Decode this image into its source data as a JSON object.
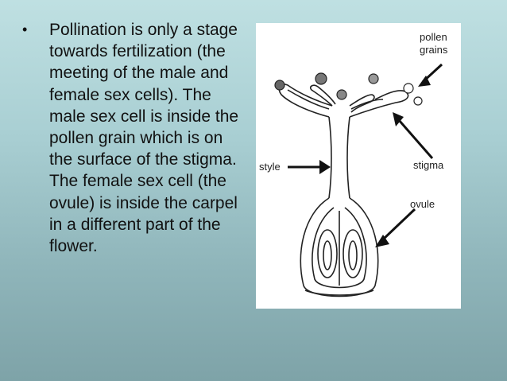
{
  "slide": {
    "bullet_text": "Pollination is only a stage towards fertilization (the meeting of the male and female sex cells). The male sex cell is inside the pollen grain which is on the surface of the stigma. The female sex cell (the ovule) is inside the carpel in a different part of the flower."
  },
  "diagram": {
    "labels": {
      "pollen_line1": "pollen",
      "pollen_line2": "grains",
      "style": "style",
      "stigma": "stigma",
      "ovule": "ovule"
    }
  }
}
